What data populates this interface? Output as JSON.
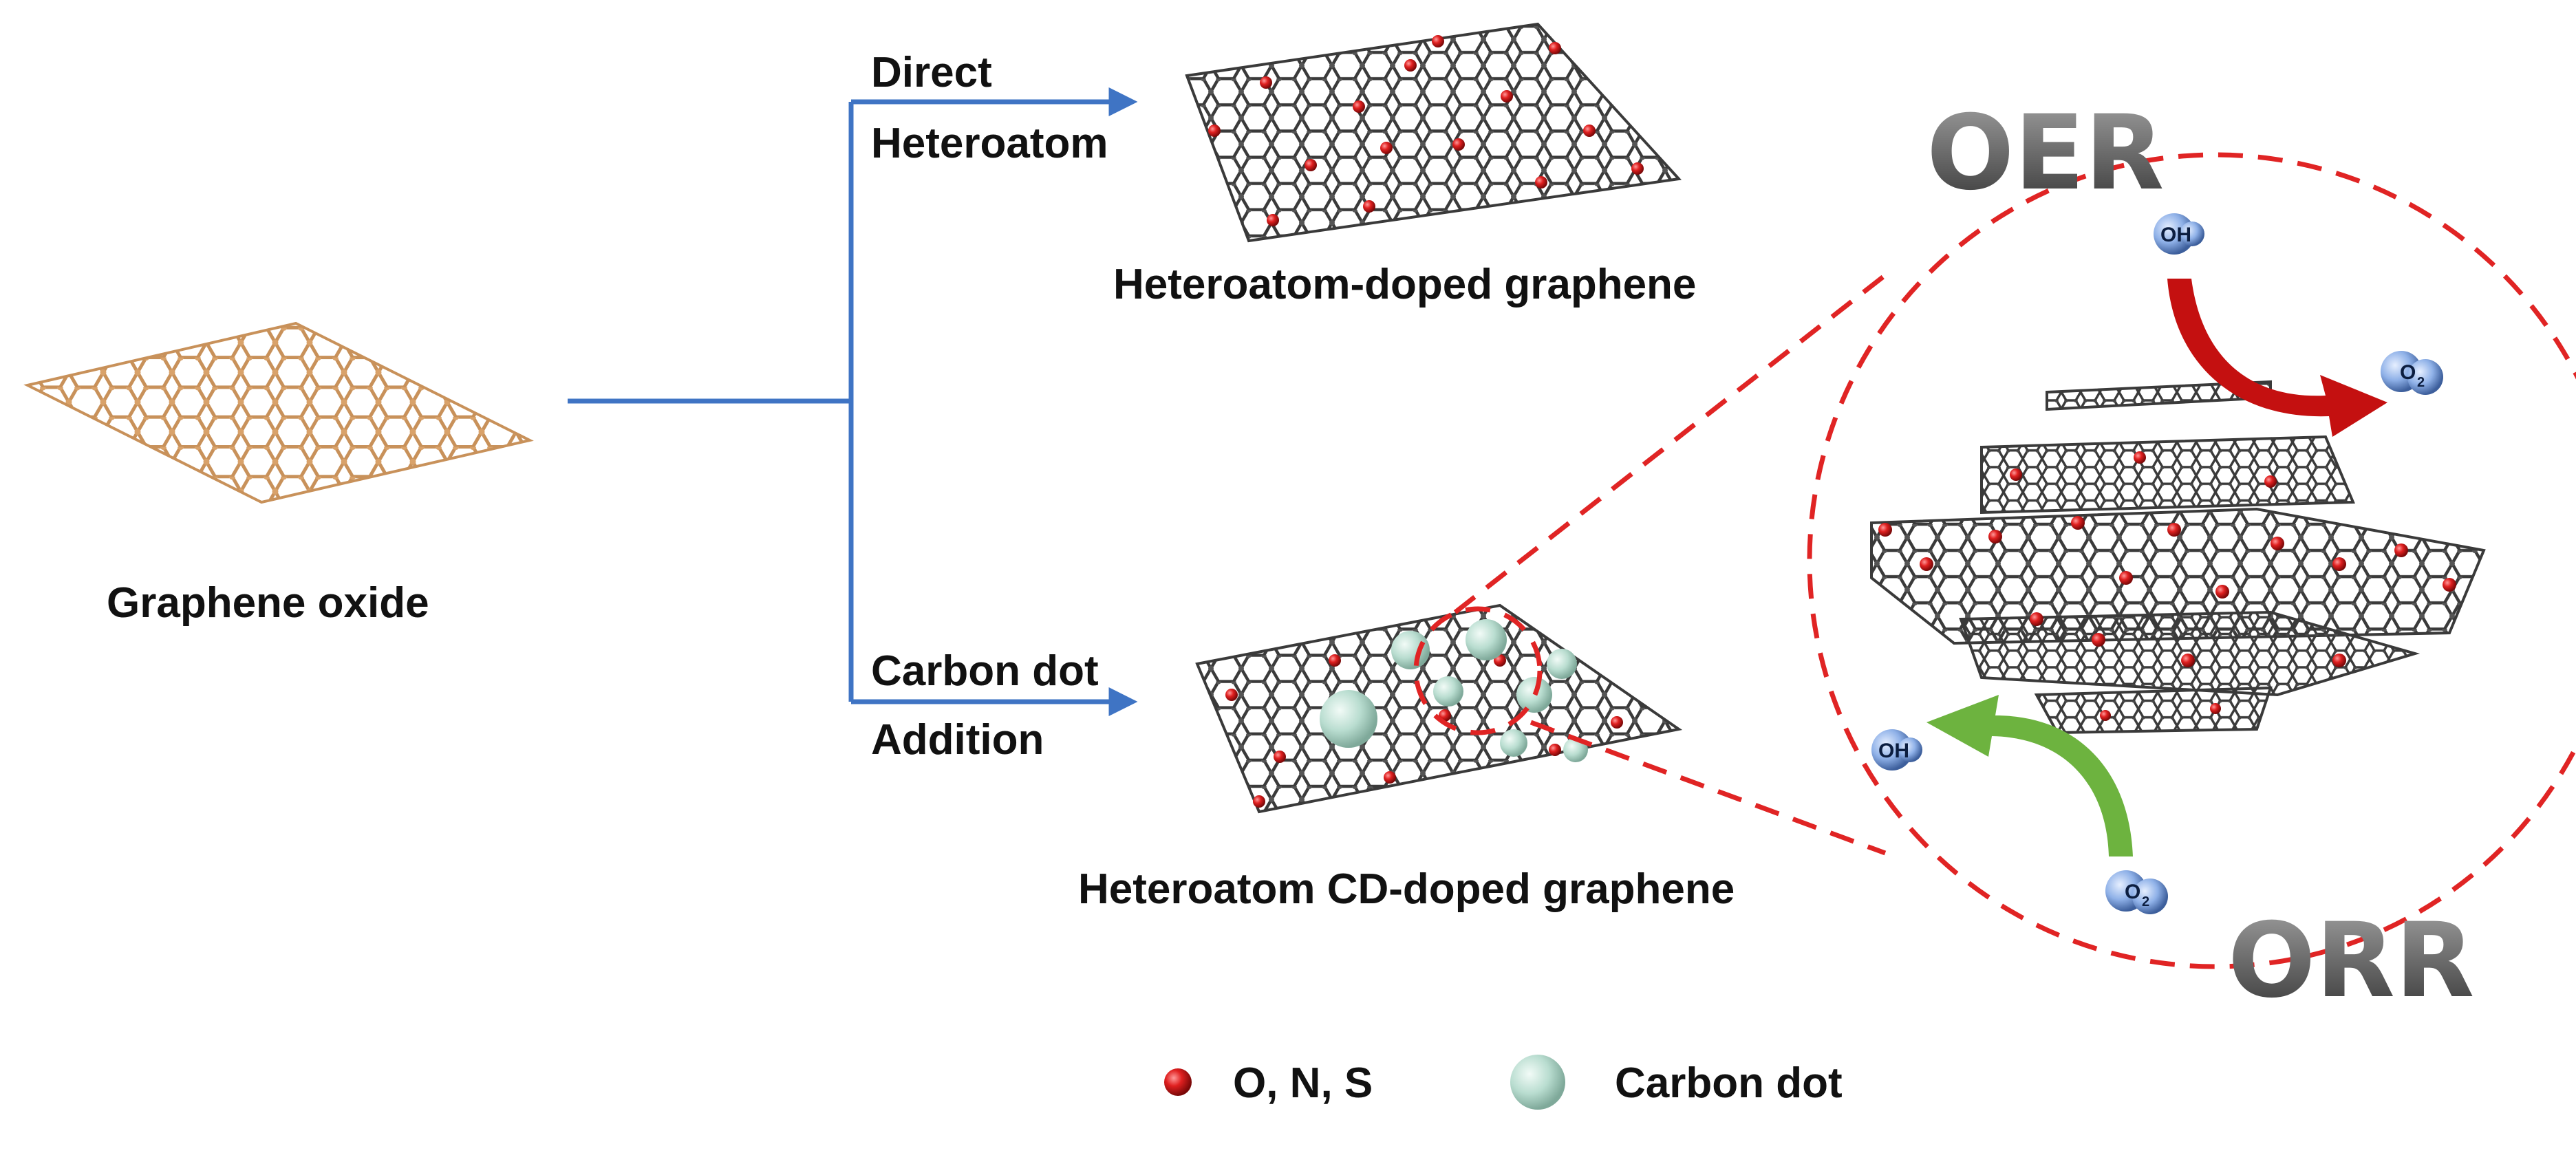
{
  "labels": {
    "graphene_oxide": "Graphene oxide",
    "direct_line1": "Direct",
    "direct_line2": "Heteroatom",
    "heteroatom_doped": "Heteroatom-doped graphene",
    "carbon_dot_line1": "Carbon dot",
    "carbon_dot_line2": "Addition",
    "cd_doped": "Heteroatom CD-doped graphene",
    "oer": "OER",
    "orr": "ORR"
  },
  "molecules": {
    "hydroxide": "OH",
    "oxygen": "O",
    "oxygen_subscript": "2"
  },
  "legend": {
    "heteroatom": "O, N, S",
    "carbon_dot": "Carbon dot"
  },
  "colors": {
    "route_arrow": "#3f74c4",
    "graphene_oxide": "#c8915a",
    "graphene_carbon": "#3a3a3a",
    "heteroatom": "#d81e1e",
    "carbon_dot": "#b9ddd0",
    "zoom_circle": "#e02424",
    "oer_arrow": "#c41010",
    "orr_arrow": "#6db33f"
  }
}
